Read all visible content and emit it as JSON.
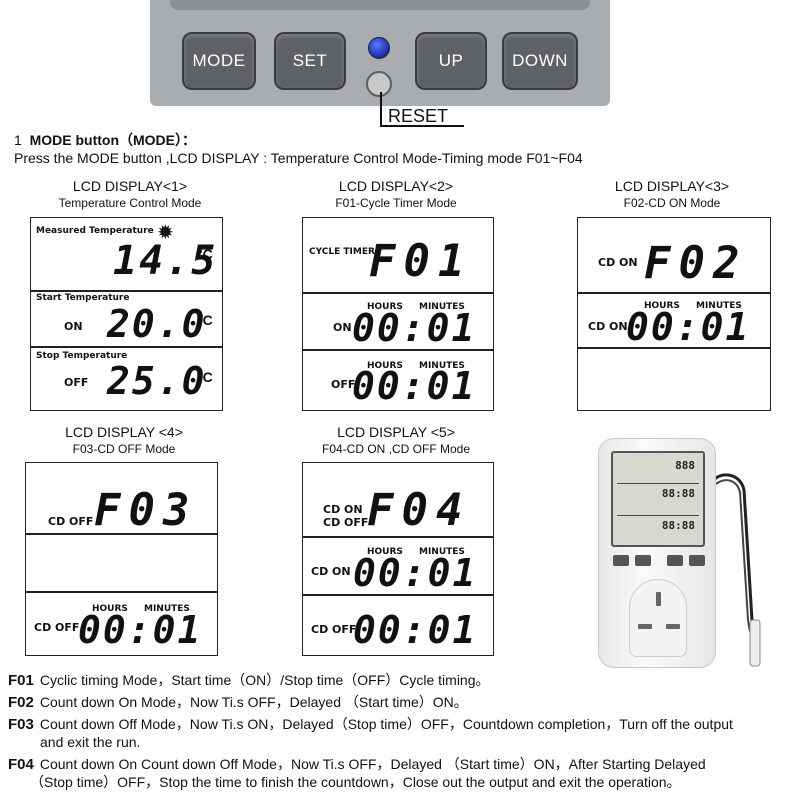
{
  "buttons": {
    "mode": "MODE",
    "set": "SET",
    "up": "UP",
    "down": "DOWN",
    "reset": "RESET"
  },
  "heading": {
    "number": "1",
    "title": "MODE button（MODE）：",
    "line2": "Press the MODE button ,LCD DISPLAY : Temperature Control Mode-Timing mode F01~F04"
  },
  "displays": [
    {
      "title": "LCD DISPLAY<1>",
      "subtitle": "Temperature Control Mode",
      "measured_label": "Measured Temperature",
      "measured_value": "14.5",
      "start_label": "Start Temperature",
      "on_label": "ON",
      "on_value": "20.0",
      "stop_label": "Stop Temperature",
      "off_label": "OFF",
      "off_value": "25.0",
      "unit": "°C"
    },
    {
      "title": "LCD DISPLAY<2>",
      "subtitle": "F01-Cycle Timer Mode",
      "mode_label": "CYCLE TIMER",
      "mode_code": "F01",
      "hours": "HOURS",
      "minutes": "MINUTES",
      "on_label": "ON",
      "on_value": "00:01",
      "off_label": "OFF",
      "off_value": "00:01"
    },
    {
      "title": "LCD DISPLAY<3>",
      "subtitle": "F02-CD ON Mode",
      "mode_label": "CD ON",
      "mode_code": "F02",
      "hours": "HOURS",
      "minutes": "MINUTES",
      "on_label": "CD ON",
      "on_value": "00:01"
    },
    {
      "title": "LCD DISPLAY <4>",
      "subtitle": "F03-CD OFF Mode",
      "mode_label": "CD OFF",
      "mode_code": "F03",
      "hours": "HOURS",
      "minutes": "MINUTES",
      "off_label": "CD OFF",
      "off_value": "00:01"
    },
    {
      "title": "LCD DISPLAY <5>",
      "subtitle": "F04-CD ON ,CD OFF Mode",
      "mode_label_1": "CD ON",
      "mode_label_2": "CD OFF",
      "mode_code": "F04",
      "hours": "HOURS",
      "minutes": "MINUTES",
      "on_label": "CD ON",
      "on_value": "00:01",
      "off_label": "CD OFF",
      "off_value": "00:01"
    }
  ],
  "descriptions": [
    {
      "code": "F01",
      "text": "Cyclic timing Mode，Start time（ON）/Stop time（OFF）Cycle timing。"
    },
    {
      "code": "F02",
      "text": "Count down  On  Mode，Now Ti.s OFF，Delayed （Start time）ON。"
    },
    {
      "code": "F03",
      "text": "Count down  Off  Mode，Now Ti.s ON，Delayed（Stop time）OFF，Countdown completion，Turn off the output",
      "text2": "and exit the run."
    },
    {
      "code": "F04",
      "text": "Count down On Count down Off  Mode，Now Ti.s OFF，Delayed （Start time）ON，After Starting Delayed",
      "text2": "（Stop time）OFF，Stop the time to finish the countdown，Close out the output and exit the operation。"
    }
  ],
  "colors": {
    "panel": "#a9acb0",
    "button": "#5f6264",
    "led": "#2a3fd0"
  }
}
